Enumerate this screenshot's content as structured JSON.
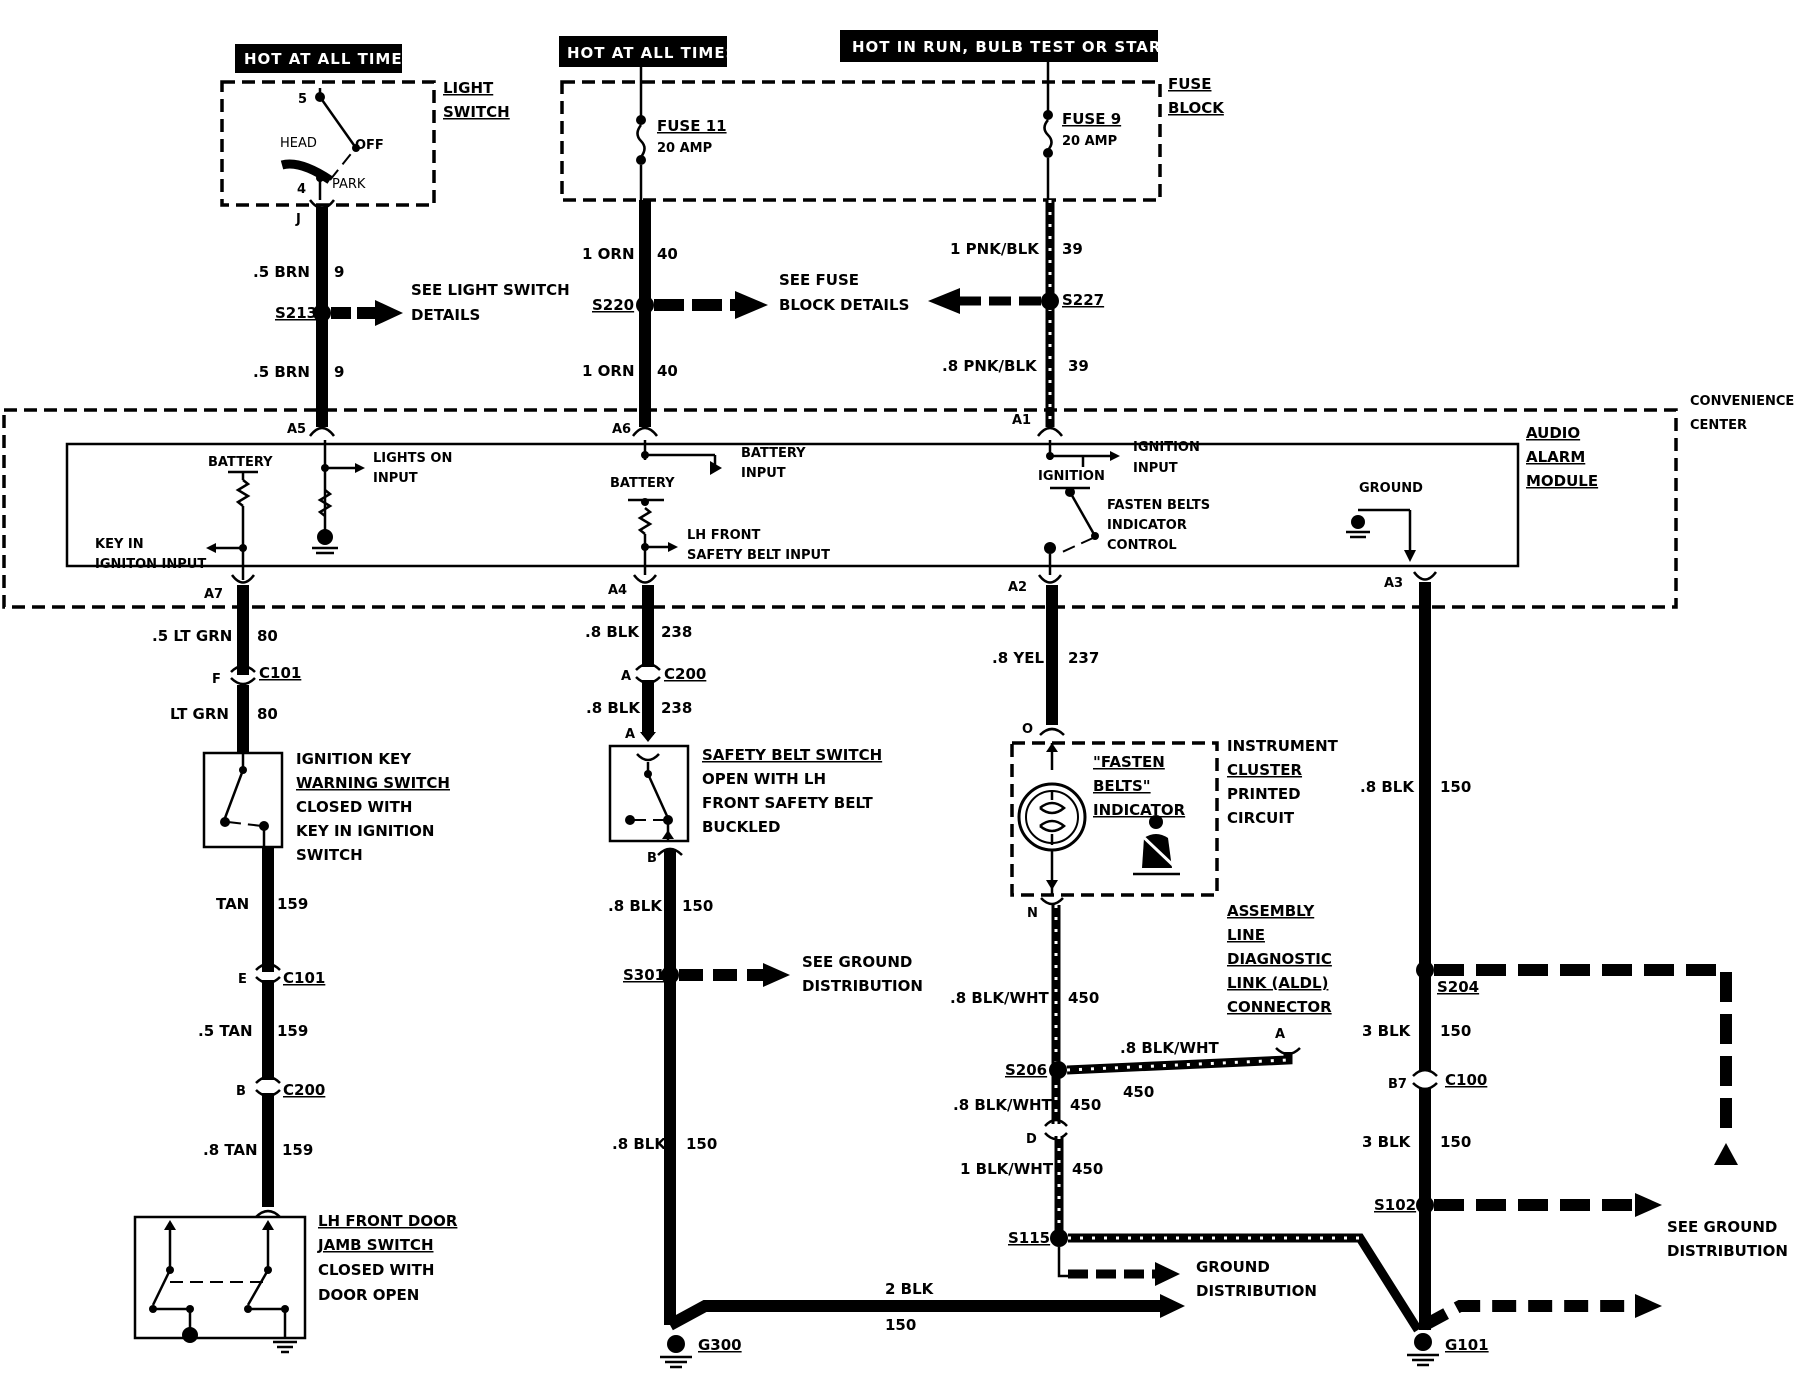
{
  "headers": {
    "hot1": "HOT AT ALL TIMES",
    "hot2": "HOT AT ALL TIMES",
    "hot3": "HOT IN RUN, BULB TEST OR START"
  },
  "light_switch": {
    "title1": "LIGHT",
    "title2": "SWITCH",
    "head": "HEAD",
    "off": "OFF",
    "park": "PARK",
    "pin5": "5",
    "pin4": "4",
    "pinJ": "J"
  },
  "fuse_block": {
    "title1": "FUSE",
    "title2": "BLOCK",
    "fuse11": "FUSE 11",
    "fuse11_amp": "20 AMP",
    "fuse9": "FUSE 9",
    "fuse9_amp": "20 AMP"
  },
  "wires": {
    "w1a": ".5 BRN",
    "w1a_n": "9",
    "w1b": ".5 BRN",
    "w1b_n": "9",
    "w2a": "1 ORN",
    "w2a_n": "40",
    "w2b": "1 ORN",
    "w2b_n": "40",
    "w3a": "1 PNK/BLK",
    "w3a_n": "39",
    "w3b": ".8 PNK/BLK",
    "w3b_n": "39",
    "w4a": ".5 LT GRN",
    "w4a_n": "80",
    "w4b": "LT GRN",
    "w4b_n": "80",
    "w4c": "TAN",
    "w4c_n": "159",
    "w4d": ".5 TAN",
    "w4d_n": "159",
    "w4e": ".8 TAN",
    "w4e_n": "159",
    "w5a": ".8 BLK",
    "w5a_n": "238",
    "w5b": ".8 BLK",
    "w5b_n": "238",
    "w5c": ".8 BLK",
    "w5c_n": "150",
    "w5d": ".8 BLK",
    "w5d_n": "150",
    "w5e": "2 BLK",
    "w5e_n": "150",
    "w6a": ".8 YEL",
    "w6a_n": "237",
    "w6b": ".8 BLK/WHT",
    "w6b_n": "450",
    "w6c": ".8 BLK/WHT",
    "w6c_n": "450",
    "w6d": ".8 BLK/WHT",
    "w6d_n": "450",
    "w6e": "1 BLK/WHT",
    "w6e_n": "450",
    "w7a": ".8 BLK",
    "w7a_n": "150",
    "w7b": "3 BLK",
    "w7b_n": "150",
    "w7c": "3 BLK",
    "w7c_n": "150"
  },
  "splices": {
    "s213": "S213",
    "s220": "S220",
    "s227": "S227",
    "s301": "S301",
    "s206": "S206",
    "s115": "S115",
    "s204": "S204",
    "s102": "S102",
    "g300": "G300",
    "g101": "G101"
  },
  "connectors": {
    "c101a": "C101",
    "c101a_pin": "F",
    "c101b": "C101",
    "c101b_pin": "E",
    "c200a": "C200",
    "c200a_pin": "A",
    "c200b": "C200",
    "c200b_pin": "B",
    "c100": "C100",
    "c100_pin": "B7",
    "pinA5": "A5",
    "pinA6": "A6",
    "pinA1": "A1",
    "pinA7": "A7",
    "pinA4": "A4",
    "pinA2": "A2",
    "pinA3": "A3",
    "pinA_belt": "A",
    "pinB_belt": "B",
    "pinO": "O",
    "pinN": "N",
    "pinD": "D",
    "pinA_aldl": "A"
  },
  "refs": {
    "see_light1": "SEE LIGHT SWITCH",
    "see_light2": "DETAILS",
    "see_fuse1": "SEE FUSE",
    "see_fuse2": "BLOCK DETAILS",
    "see_ground1a": "SEE GROUND",
    "see_ground1b": "DISTRIBUTION",
    "ground2a": "GROUND",
    "ground2b": "DISTRIBUTION",
    "see_ground3a": "SEE GROUND",
    "see_ground3b": "DISTRIBUTION"
  },
  "convenience": {
    "title1": "CONVENIENCE",
    "title2": "CENTER",
    "module1": "AUDIO",
    "module2": "ALARM",
    "module3": "MODULE",
    "battery1": "BATTERY",
    "lights_on1": "LIGHTS ON",
    "lights_on2": "INPUT",
    "key_in1": "KEY IN",
    "key_in2": "IGNITON INPUT",
    "battery2": "BATTERY",
    "bat_input1": "BATTERY",
    "bat_input2": "INPUT",
    "lh_belt1": "LH FRONT",
    "lh_belt2": "SAFETY BELT INPUT",
    "ignition": "IGNITION",
    "ign_input1": "IGNITION",
    "ign_input2": "INPUT",
    "fasten1": "FASTEN BELTS",
    "fasten2": "INDICATOR",
    "fasten3": "CONTROL",
    "ground": "GROUND"
  },
  "components": {
    "ign_key1": "IGNITION KEY",
    "ign_key2": "WARNING SWITCH",
    "ign_key3": "CLOSED WITH",
    "ign_key4": "KEY IN IGNITION",
    "ign_key5": "SWITCH",
    "belt1": "SAFETY BELT SWITCH",
    "belt2": "OPEN WITH LH",
    "belt3": "FRONT SAFETY BELT",
    "belt4": "BUCKLED",
    "fasten_ind1": "\"FASTEN",
    "fasten_ind2": "BELTS\"",
    "fasten_ind3": "INDICATOR",
    "cluster1": "INSTRUMENT",
    "cluster2": "CLUSTER",
    "cluster3": "PRINTED",
    "cluster4": "CIRCUIT",
    "aldl1": "ASSEMBLY",
    "aldl2": "LINE",
    "aldl3": "DIAGNOSTIC",
    "aldl4": "LINK (ALDL)",
    "aldl5": "CONNECTOR",
    "door1": "LH FRONT DOOR",
    "door2": "JAMB SWITCH",
    "door3": "CLOSED WITH",
    "door4": "DOOR OPEN"
  }
}
